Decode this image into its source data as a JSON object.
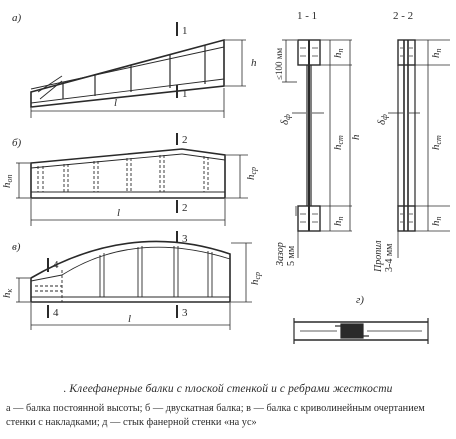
{
  "figure": {
    "panel_a": {
      "label": "а)",
      "section": "1",
      "height": "h",
      "span": "l"
    },
    "panel_b": {
      "label": "б)",
      "section": "2",
      "support_height": "h",
      "support_height_sub": "оп",
      "mid_height": "h",
      "mid_height_sub": "ср",
      "span": "l"
    },
    "panel_v": {
      "label": "в)",
      "section_mid": "3",
      "section_end": "4",
      "end_height": "h",
      "end_height_sub": "к",
      "mid_height": "h",
      "mid_height_sub": "ср",
      "span": "l"
    },
    "section_1": {
      "title": "1 - 1",
      "flange_height": "h",
      "flange_height_sub": "п",
      "wall_height": "h",
      "wall_height_sub": "ст",
      "total_height": "h",
      "wall_thickness": "δ",
      "wall_thickness_sub": "ф",
      "spacing": "≤100 мм",
      "gap_label": "Зазор",
      "gap_value": "5 мм"
    },
    "section_2": {
      "title": "2 - 2",
      "flange_height": "h",
      "flange_height_sub": "п",
      "wall_height": "h",
      "wall_height_sub": "ст",
      "wall_thickness": "δ",
      "wall_thickness_sub": "ф",
      "glue_label": "Пропил",
      "glue_value": "3-4 мм"
    },
    "panel_g": {
      "label": "г)"
    }
  },
  "caption": {
    "title": ". Клеефанерные балки с плоской стенкой и с ребрами жесткости",
    "legend_line1": "а — балка постоянной высоты; б — двускатная балка; в — балка с криволинейным очертанием",
    "legend_line2": "стенки с накладками; д — стык фанерной стенки «на ус»"
  }
}
